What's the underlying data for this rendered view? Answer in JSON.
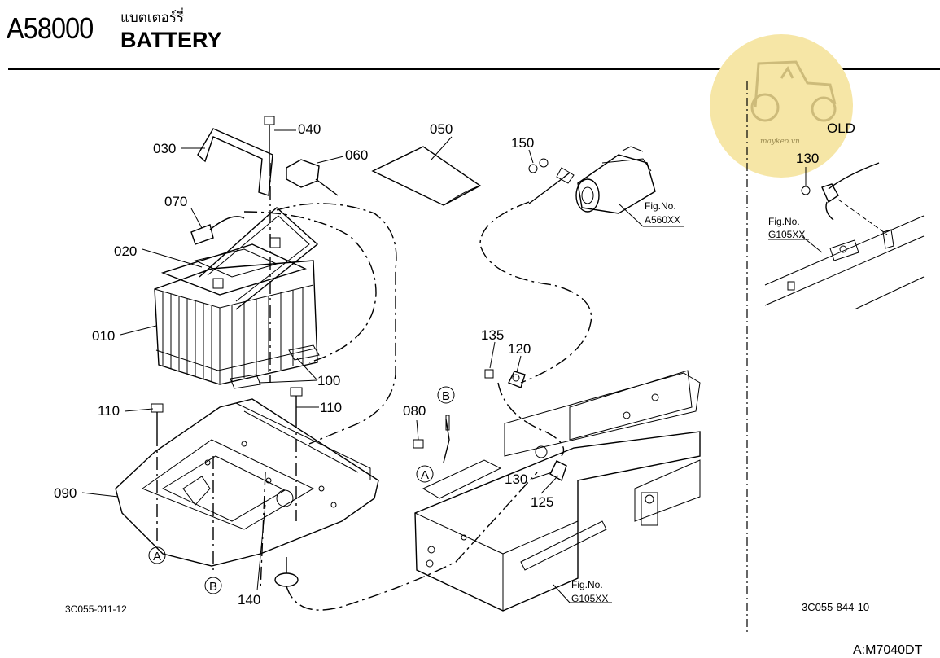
{
  "header": {
    "code": "A58000",
    "thai_title": "แบตเตอร์รี่",
    "title": "BATTERY"
  },
  "watermark": {
    "text": "maykeo.vn",
    "color": "#f6e6a6",
    "icon": "tractor-icon"
  },
  "parts": {
    "p010": "010",
    "p020": "020",
    "p030": "030",
    "p040": "040",
    "p050": "050",
    "p060": "060",
    "p070": "070",
    "p080": "080",
    "p090": "090",
    "p100": "100",
    "p110a": "110",
    "p110b": "110",
    "p120": "120",
    "p125": "125",
    "p130a": "130",
    "p130b": "130",
    "p135": "135",
    "p140": "140",
    "p150": "150"
  },
  "refs": {
    "a1": "A",
    "a2": "A",
    "b1": "B",
    "b2": "B"
  },
  "fig_refs": {
    "starter_label": "Fig.No.",
    "starter_code": "A560XX",
    "frame_label": "Fig.No.",
    "frame_code": "G105XX",
    "old_label": "Fig.No.",
    "old_code": "G105XX"
  },
  "old_section": {
    "title": "OLD",
    "code": "3C055-844-10"
  },
  "footer": {
    "drawing_code": "3C055-011-12",
    "model": "A:M7040DT"
  }
}
